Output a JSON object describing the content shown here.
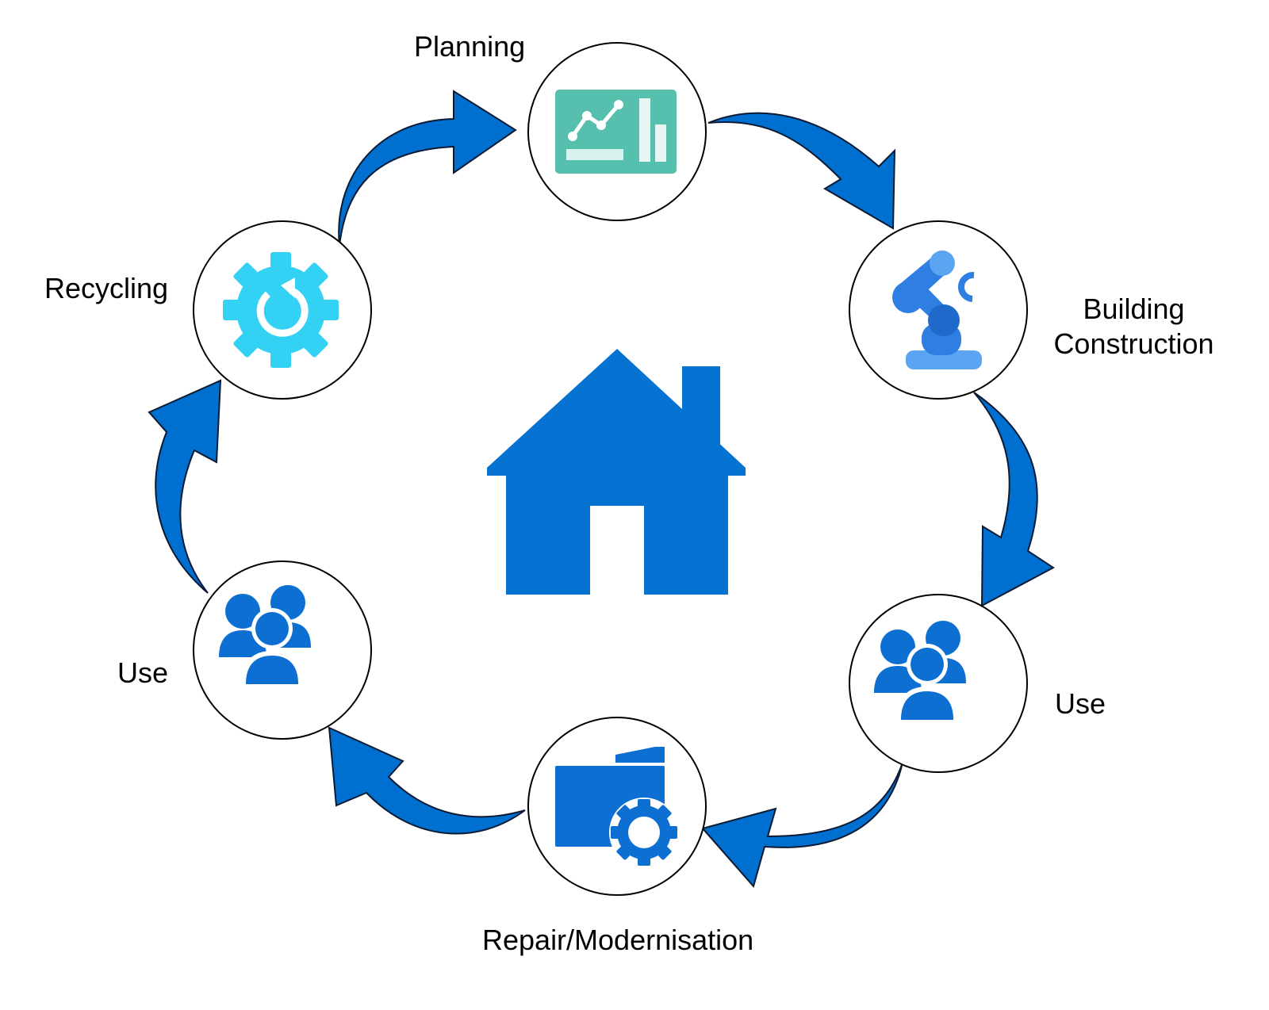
{
  "title": "Building life cycle",
  "colors": {
    "arrow": "#0070d0",
    "arrow_outline": "#0a1a33",
    "house": "#0672d1",
    "people": "#0c6fd1",
    "robot": "#2f7fe3",
    "robot_light": "#5aa4f2",
    "gear_recycle": "#33d2f5",
    "planning_board": "#57bfae",
    "node_border": "#000000",
    "text": "#000000"
  },
  "center": {
    "icon": "house-icon"
  },
  "stages": [
    {
      "id": "planning",
      "label": "Planning",
      "icon": "analytics-board-icon"
    },
    {
      "id": "building",
      "label_line1": "Building",
      "label_line2": "Construction",
      "icon": "robot-arm-icon"
    },
    {
      "id": "use-right",
      "label": "Use",
      "icon": "users-group-icon"
    },
    {
      "id": "repair",
      "label": "Repair/Modernisation",
      "icon": "folder-gear-icon"
    },
    {
      "id": "use-left",
      "label": "Use",
      "icon": "users-group-icon"
    },
    {
      "id": "recycling",
      "label": "Recycling",
      "icon": "gear-refresh-icon"
    }
  ]
}
